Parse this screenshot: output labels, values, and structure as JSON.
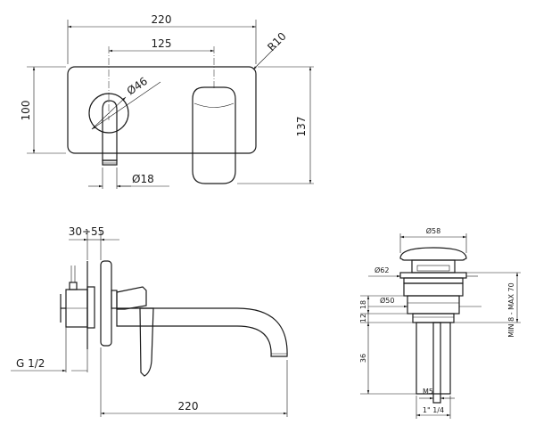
{
  "front_view": {
    "width_total": "220",
    "spacing": "125",
    "radius": "R10",
    "height": "100",
    "height_total": "137",
    "rosette_diameter": "Ø46",
    "spout_diameter": "Ø18"
  },
  "side_view": {
    "wall_depth": "30÷55",
    "thread": "G 1/2",
    "projection": "220"
  },
  "waste_view": {
    "cap_diameter": "Ø58",
    "flange_diameter": "Ø62",
    "body_diameter": "Ø50",
    "dim_18": "18",
    "dim_12": "12",
    "dim_36": "36",
    "range": "MIN 8 - MAX 70",
    "screw": "M5",
    "thread": "1\" 1/4"
  }
}
